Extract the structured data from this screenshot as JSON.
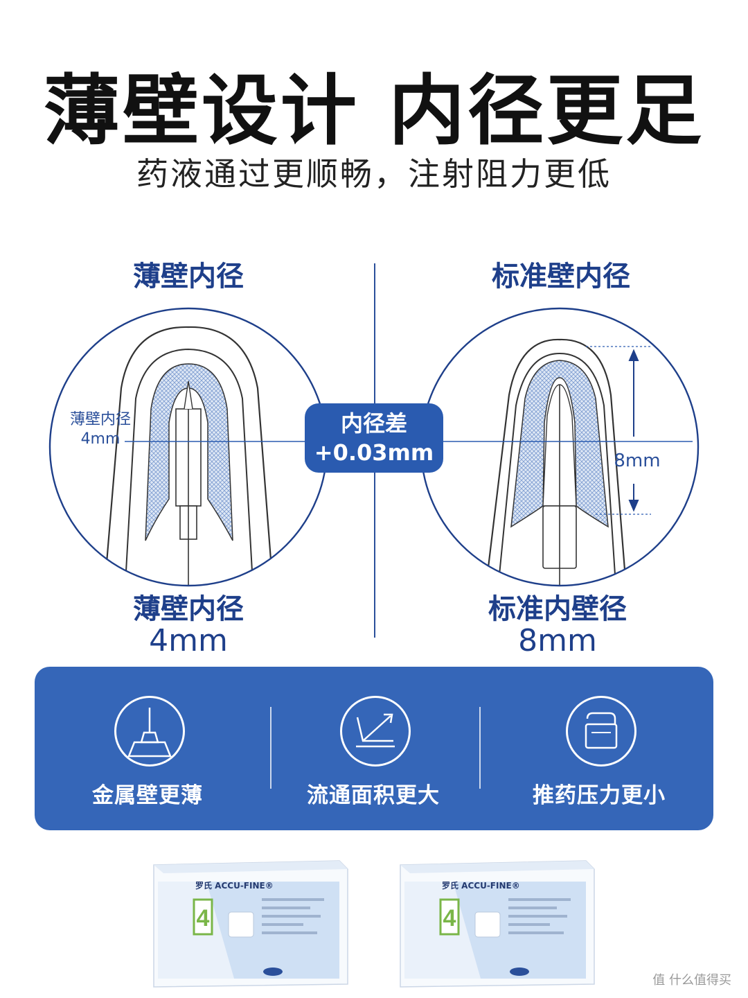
{
  "header": {
    "title": "薄壁设计 内径更足",
    "subtitle": "药液通过更顺畅，注射阻力更低"
  },
  "left": {
    "top_heading": "薄壁内径",
    "bottom_heading": "薄壁内径",
    "bottom_value": "4mm",
    "callout_label": "薄壁内径",
    "callout_value": "4mm"
  },
  "right": {
    "top_heading": "标准壁内径",
    "bottom_heading": "标准内壁径",
    "bottom_value": "8mm",
    "dimension_value": "8mm"
  },
  "badge": {
    "line1": "内径差",
    "line2": "+0.03mm"
  },
  "features": [
    {
      "label": "金属壁更薄",
      "icon": "needle-hub-icon"
    },
    {
      "label": "流通面积更大",
      "icon": "flow-arrow-icon"
    },
    {
      "label": "推药压力更小",
      "icon": "pressure-box-icon"
    }
  ],
  "products": [
    {
      "brand": "罗氏 ACCU-FINE®",
      "size": "4"
    },
    {
      "brand": "罗氏 ACCU-FINE®",
      "size": "4"
    }
  ],
  "watermark": "值 什么值得买",
  "colors": {
    "accent": "#1e3f8a",
    "panel": "#3566b8",
    "badge": "#2a5bb0",
    "product_green": "#7ab648"
  }
}
